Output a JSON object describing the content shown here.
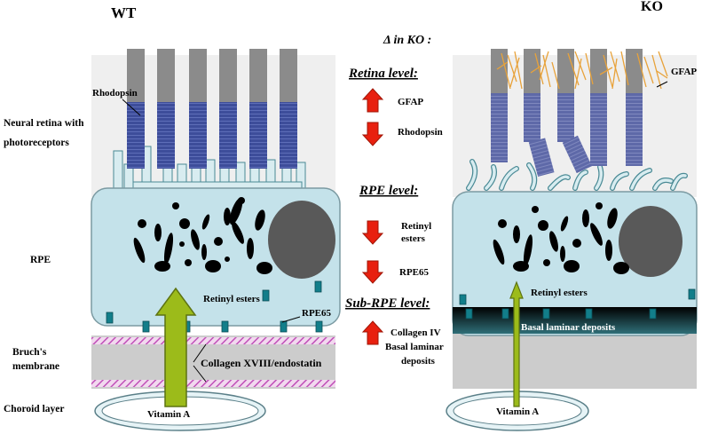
{
  "headers": {
    "wt": "WT",
    "ko": "KO",
    "delta": "Δ in KO :"
  },
  "left_labels": {
    "neural_retina_1": "Neural retina with",
    "neural_retina_2": "photoreceptors",
    "rpe": "RPE",
    "bruchs_1": "Bruch's",
    "bruchs_2": "membrane",
    "choroid": "Choroid layer"
  },
  "wt_labels": {
    "rhodopsin": "Rhodopsin",
    "retinyl_esters": "Retinyl esters",
    "rpe65": "RPE65",
    "collagen": "Collagen XVIII/endostatin",
    "vitamin_a": "Vitamin A"
  },
  "ko_labels": {
    "gfap": "GFAP",
    "retinyl_esters": "Retinyl esters",
    "basal_deposits": "Basal laminar deposits",
    "vitamin_a": "Vitamin A"
  },
  "middle": {
    "retina_level": "Retina level:",
    "gfap": "GFAP",
    "rhodopsin": "Rhodopsin",
    "rpe_level": "RPE level:",
    "retinyl_1": "Retinyl",
    "retinyl_2": "esters",
    "rpe65": "RPE65",
    "sub_rpe_level": "Sub-RPE level:",
    "collagen_iv": "Collagen IV",
    "basal_1": "Basal laminar",
    "basal_2": "deposits"
  },
  "colors": {
    "rpe_cell": "#c4e2ea",
    "outer_segment": "#3f4f9c",
    "inner_segment": "#8b8b8b",
    "nucleus": "#595959",
    "arrow_green": "#9cbb1a",
    "arrow_red": "#e8200f",
    "gfap": "#e8a23a",
    "rpe65_marker": "#127e8a"
  }
}
